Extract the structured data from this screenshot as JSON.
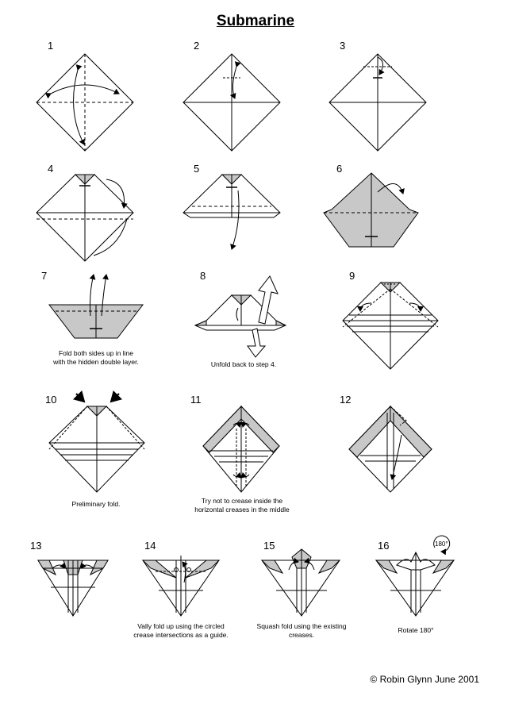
{
  "title": "Submarine",
  "steps": [
    {
      "number": "1",
      "caption": ""
    },
    {
      "number": "2",
      "caption": ""
    },
    {
      "number": "3",
      "caption": ""
    },
    {
      "number": "4",
      "caption": ""
    },
    {
      "number": "5",
      "caption": ""
    },
    {
      "number": "6",
      "caption": ""
    },
    {
      "number": "7",
      "caption": "Fold both sides up in line with the hidden double layer."
    },
    {
      "number": "8",
      "caption": "Unfold back to step 4."
    },
    {
      "number": "9",
      "caption": ""
    },
    {
      "number": "10",
      "caption": "Preliminary fold."
    },
    {
      "number": "11",
      "caption": "Try not to crease inside the horizontal creases in the middle"
    },
    {
      "number": "12",
      "caption": ""
    },
    {
      "number": "13",
      "caption": ""
    },
    {
      "number": "14",
      "caption": "Vally fold up using the circled crease intersections as a guide."
    },
    {
      "number": "15",
      "caption": "Squash fold using the existing creases."
    },
    {
      "number": "16",
      "caption": "Rotate 180°"
    }
  ],
  "rotate_badge": "180°",
  "copyright": "© Robin Glynn June 2001",
  "colors": {
    "paper_back": "#c8c8c8",
    "line": "#000000"
  }
}
